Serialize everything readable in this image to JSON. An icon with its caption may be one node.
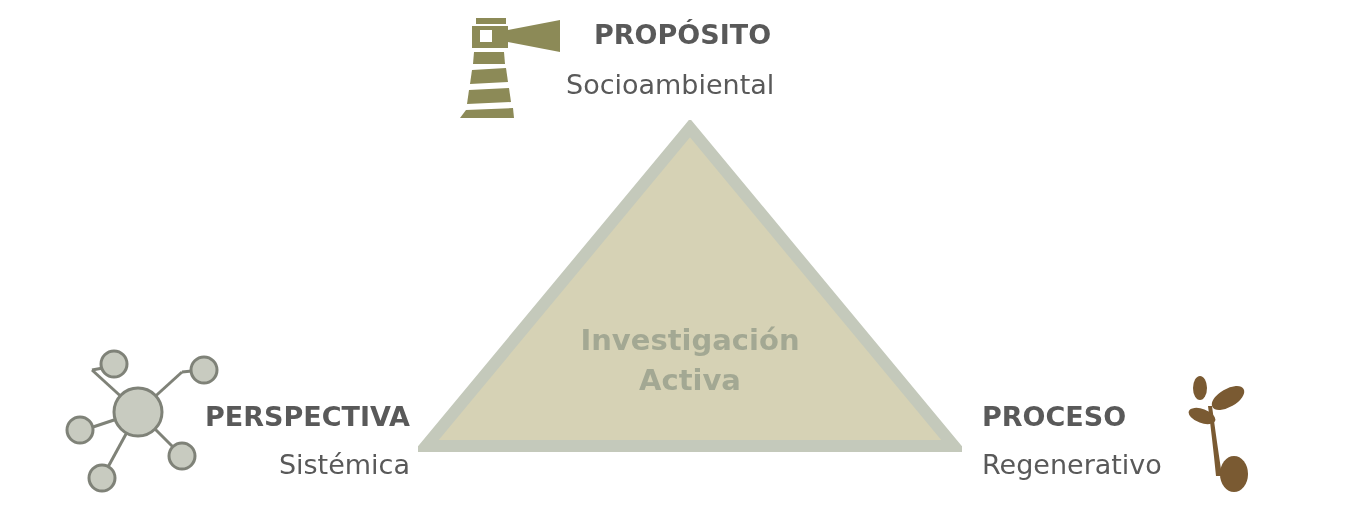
{
  "diagram": {
    "nodes": [
      {
        "text": [
          "Investigación Activa"
        ]
      }
    ],
    "labels": [
      "PROPÓSITO",
      "Socioambiental",
      "PERSPECTIVA",
      "Sistémica",
      "PROCESO",
      "Regenerativo"
    ]
  }
}
